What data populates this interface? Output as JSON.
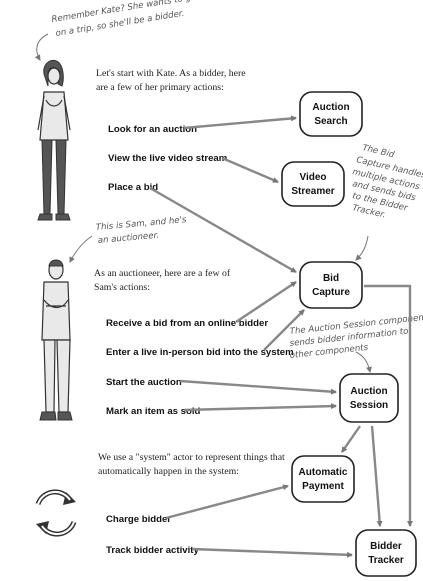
{
  "annotations": {
    "kate_note": [
      "Remember Kate? She wants to go",
      "on a trip, so she'll be a bidder."
    ],
    "sam_note": [
      "This is Sam, and he's",
      "an auctioneer."
    ],
    "bid_capture_note": [
      "The Bid",
      "Capture handles",
      "multiple actions",
      "and sends bids",
      "to the Bidder",
      "Tracker."
    ],
    "auction_session_note": [
      "The Auction Session component",
      "sends bidder information to",
      "other components"
    ]
  },
  "intros": {
    "kate": [
      "Let's start with Kate. As a bidder, here",
      "are a few of her primary actions:"
    ],
    "sam": [
      "As an auctioneer, here are a few of",
      "Sam's actions:"
    ],
    "system": [
      "We use a \"system\" actor to represent things that",
      "automatically happen in the system:"
    ]
  },
  "actions": {
    "look_for_auction": "Look for an auction",
    "view_video_stream": "View the live video stream",
    "place_bid": "Place a bid",
    "receive_online_bid": "Receive a bid from an online bidder",
    "enter_in_person_bid": "Enter a live in-person bid into the system",
    "start_auction": "Start the auction",
    "mark_item_sold": "Mark an item as sold",
    "charge_bidder": "Charge bidder",
    "track_bidder_activity": "Track bidder activity"
  },
  "components": {
    "auction_search": [
      "Auction",
      "Search"
    ],
    "video_streamer": [
      "Video",
      "Streamer"
    ],
    "bid_capture": [
      "Bid",
      "Capture"
    ],
    "auction_session": [
      "Auction",
      "Session"
    ],
    "automatic_payment": [
      "Automatic",
      "Payment"
    ],
    "bidder_tracker": [
      "Bidder",
      "Tracker"
    ]
  },
  "icons": {
    "kate": "woman-figure-icon",
    "sam": "man-figure-icon",
    "system": "recycle-arrows-icon"
  },
  "colors": {
    "arrow": "#888888",
    "box_border": "#222222",
    "text": "#111111"
  }
}
